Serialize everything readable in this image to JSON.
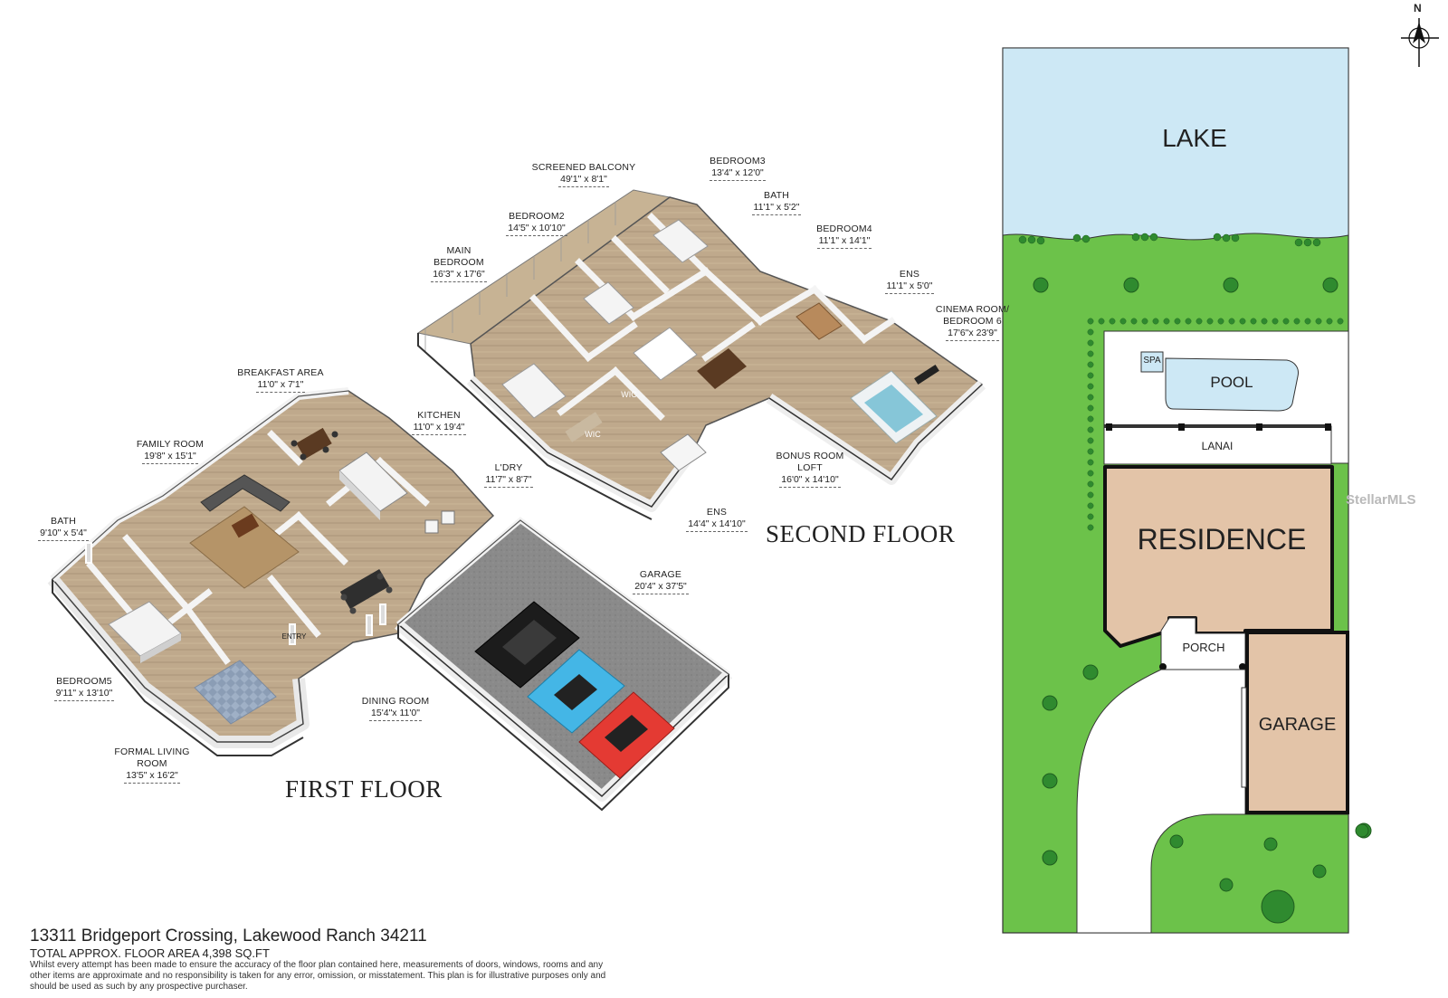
{
  "address": "13311 Bridgeport Crossing, Lakewood Ranch 34211",
  "total_area": "TOTAL APPROX. FLOOR AREA 4,398 SQ.FT",
  "disclaimer": "Whilst every attempt has been made to ensure the accuracy of the floor plan contained here, measurements of doors, windows, rooms and any other items are approximate and no responsibility is taken for any error, omission, or misstatement. This plan is for illustrative purposes only and should be used as such by any prospective purchaser.",
  "first_floor": {
    "title": "FIRST FLOOR",
    "rooms": [
      {
        "name": "BREAKFAST AREA",
        "dims": "11'0\" x 7'1\""
      },
      {
        "name": "KITCHEN",
        "dims": "11'0\" x 19'4\""
      },
      {
        "name": "FAMILY ROOM",
        "dims": "19'8\" x 15'1\""
      },
      {
        "name": "L'DRY",
        "dims": "11'7\" x 8'7\""
      },
      {
        "name": "BATH",
        "dims": "9'10\" x 5'4\""
      },
      {
        "name": "GARAGE",
        "dims": "20'4\" x 37'5\""
      },
      {
        "name": "BEDROOM5",
        "dims": "9'11\" x 13'10\""
      },
      {
        "name": "DINING ROOM",
        "dims": "15'4\"x 11'0\""
      },
      {
        "name": "FORMAL LIVING ROOM",
        "dims": "13'5\" x 16'2\""
      }
    ],
    "entry_label": "ENTRY"
  },
  "second_floor": {
    "title": "SECOND FLOOR",
    "rooms": [
      {
        "name": "SCREENED BALCONY",
        "dims": "49'1\" x 8'1\""
      },
      {
        "name": "BEDROOM3",
        "dims": "13'4\" x 12'0\""
      },
      {
        "name": "BATH",
        "dims": "11'1\" x 5'2\""
      },
      {
        "name": "BEDROOM2",
        "dims": "14'5\" x 10'10\""
      },
      {
        "name": "BEDROOM4",
        "dims": "11'1\" x 14'1\""
      },
      {
        "name": "MAIN BEDROOM",
        "dims": "16'3\" x 17'6\""
      },
      {
        "name": "ENS",
        "dims": "11'1\" x 5'0\""
      },
      {
        "name": "CINEMA ROOM/ BEDROOM 6",
        "dims": "17'6\"x 23'9\""
      },
      {
        "name": "BONUS ROOM LOFT",
        "dims": "16'0\" x 14'10\""
      },
      {
        "name": "ENS",
        "dims": "14'4\" x 14'10\""
      }
    ],
    "wic_labels": [
      "WIC",
      "WIC"
    ]
  },
  "site_plan": {
    "lake": "LAKE",
    "spa": "SPA",
    "pool": "POOL",
    "lanai": "LANAI",
    "residence": "RESIDENCE",
    "porch": "PORCH",
    "garage": "GARAGE",
    "north": "N",
    "colors": {
      "lake": "#cde8f5",
      "grass": "#6cc24a",
      "building": "#e3c4a8",
      "tree": "#2f8a2f"
    }
  },
  "watermark": "StellarMLS"
}
